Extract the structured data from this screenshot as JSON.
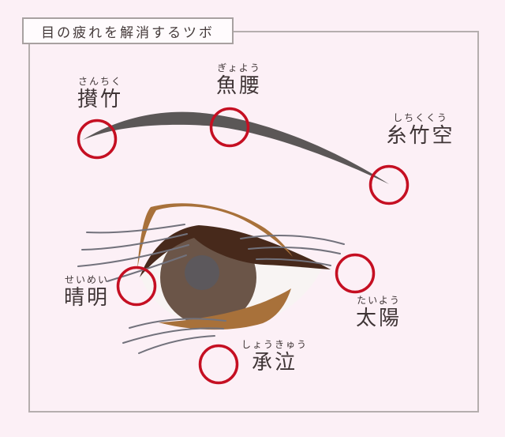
{
  "title": "目の疲れを解消するツボ",
  "points": [
    {
      "name": "sanchiku",
      "furigana": "さんちく",
      "kanji": "攅竹"
    },
    {
      "name": "gyoyo",
      "furigana": "ぎょよう",
      "kanji": "魚腰"
    },
    {
      "name": "shichikukuu",
      "furigana": "しちくくう",
      "kanji": "糸竹空"
    },
    {
      "name": "seimei",
      "furigana": "せいめい",
      "kanji": "晴明"
    },
    {
      "name": "taiyo",
      "furigana": "たいよう",
      "kanji": "太陽"
    },
    {
      "name": "shokyu",
      "furigana": "しょうきゅう",
      "kanji": "承泣"
    }
  ],
  "colors": {
    "background": "#fcf0f6",
    "frame_border": "#b5aeae",
    "title_box_bg": "#fffbfd",
    "title_box_border": "#a8a1a1",
    "text": "#3f3536",
    "marker_red": "#c50f22",
    "eyebrow_gray": "#5b5757",
    "lash_dark_brown": "#47291b",
    "lid_tan": "#a8713a",
    "iris_brown": "#6b5548",
    "pupil_gray": "#5c585c",
    "eyelash_gray": "#72727c",
    "sclera": "#f8f4f3"
  }
}
